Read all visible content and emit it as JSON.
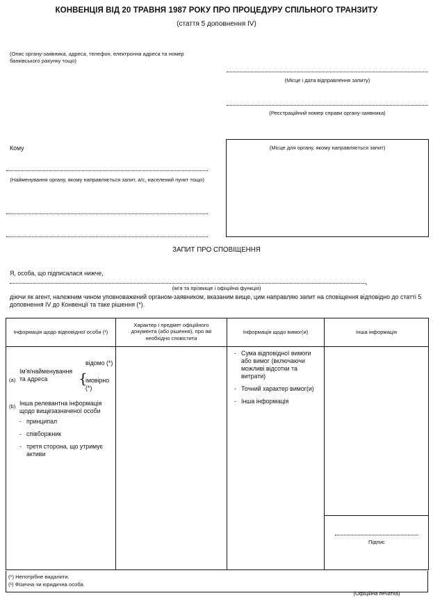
{
  "header": {
    "title": "КОНВЕНЦІЯ ВІД 20 ТРАВНЯ 1987 РОКУ ПРО ПРОЦЕДУРУ СПІЛЬНОГО ТРАНЗИТУ",
    "subtitle": "(стаття 5 доповнення IV)"
  },
  "left": {
    "applicant_desc": "(Опис органу-заявника, адреса, телефон, електронна адреса та номер банківського рахунку тощо)",
    "to_label": "Кому",
    "recipient_desc": "(Найменування органу, якому направляється запит, а/с, населений пункт тощо)"
  },
  "right": {
    "place_date": "(Місце і дата відправлення запиту)",
    "reg_number": "(Реєстраційний номер справи органу-заявника)",
    "box_label": "(Місце для органу, якому направляється запит)"
  },
  "request": {
    "heading": "ЗАПИТ ПРО СПОВІЩЕННЯ",
    "intro": "Я, особа, що підписалася нижче,",
    "name_hint": "(ім'я та прізвище і офіційна функція)",
    "body": "діючи як агент, належним чином уповноважений органом-заявником, вказаним вище, цим направляю запит на сповіщення відповідно до статті 5 доповнення IV до Конвенції та таке рішення (*)."
  },
  "table": {
    "headers": [
      "Інформація щодо відповідної особи (¹)",
      "Характер і предмет офіційного документа (або рішення), про які необхідно сповістити",
      "Інформація щодо вимог(и)",
      "Інша інформація"
    ],
    "col1": {
      "a_marker": "(a)",
      "a_text": "Ім'я/найменування та адреса",
      "known": "відомо (*)",
      "probable": "імовірно (*)",
      "b_marker": "(b)",
      "b_text": "Інша релевантна інформація щодо вищезазначеної особи",
      "items": [
        "принципал",
        "співборжник",
        "третя сторона, що утримує активи"
      ]
    },
    "col3": {
      "items": [
        "Сума відповідної вимоги або вимог (включаючи можливі відсотки та витрати)",
        "Точний характер вимог(и)",
        "Інша інформація"
      ]
    },
    "signature": "Підпис",
    "seal": "(Офіційна печатка)"
  },
  "footnotes": {
    "f1": "(*) Непотрібне видалити.",
    "f2": "(¹) Фізична чи юридична особа."
  }
}
